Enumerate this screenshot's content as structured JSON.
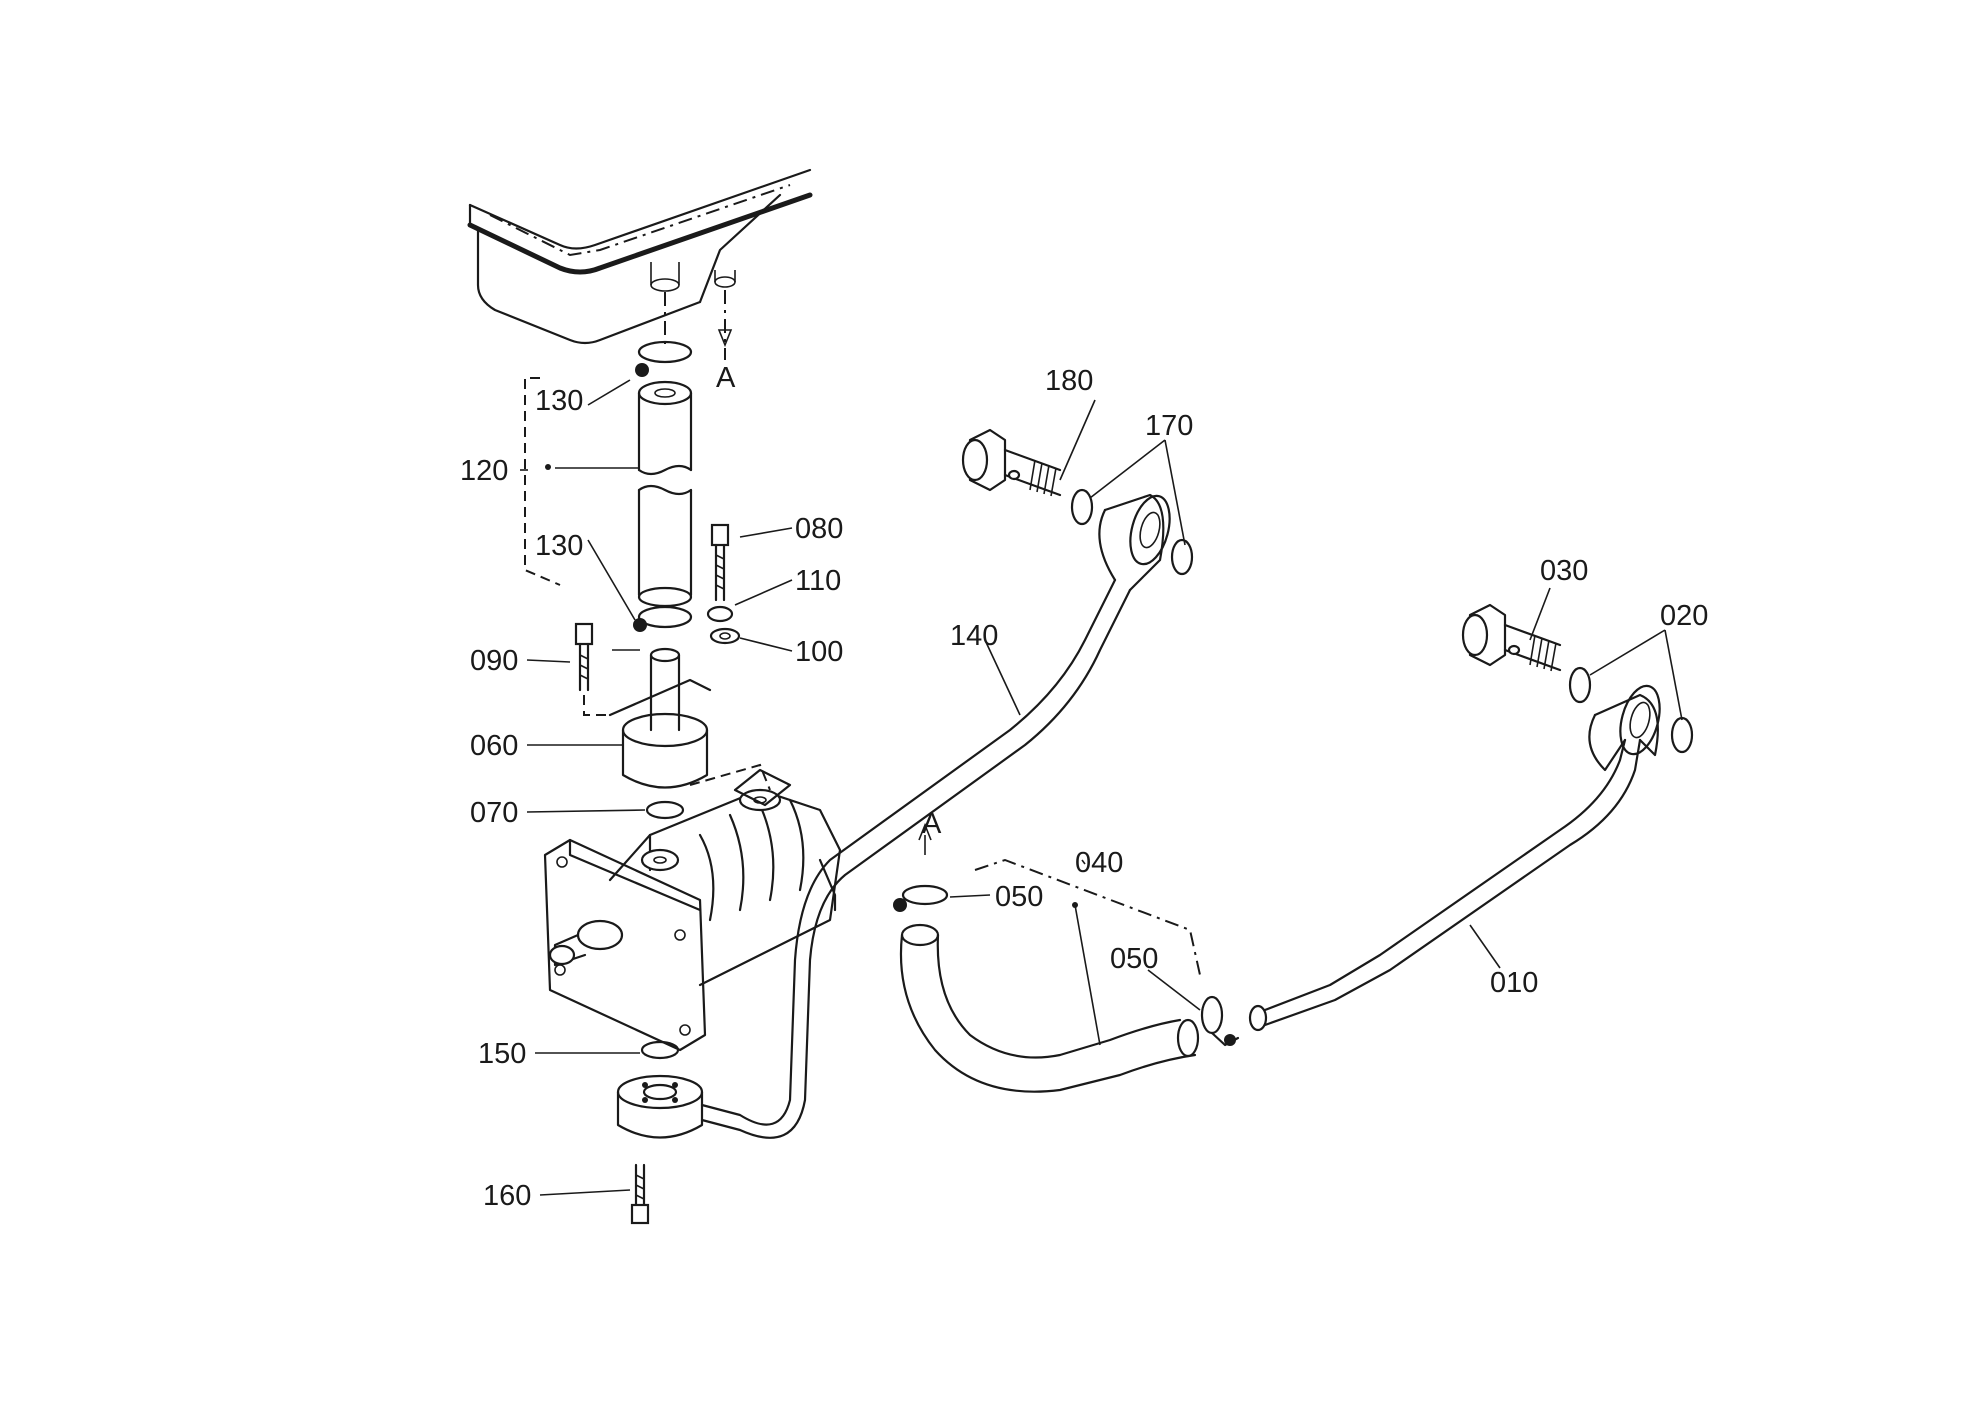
{
  "parts": {
    "p010": "010",
    "p020": "020",
    "p030": "030",
    "p040": "040",
    "p050a": "050",
    "p050b": "050",
    "p060": "060",
    "p070": "070",
    "p080": "080",
    "p090": "090",
    "p100": "100",
    "p110": "110",
    "p120": "120",
    "p130a": "130",
    "p130b": "130",
    "p140": "140",
    "p150": "150",
    "p160": "160",
    "p170": "170",
    "p180": "180"
  },
  "refs": {
    "a_top": "A",
    "a_bottom": "A"
  }
}
